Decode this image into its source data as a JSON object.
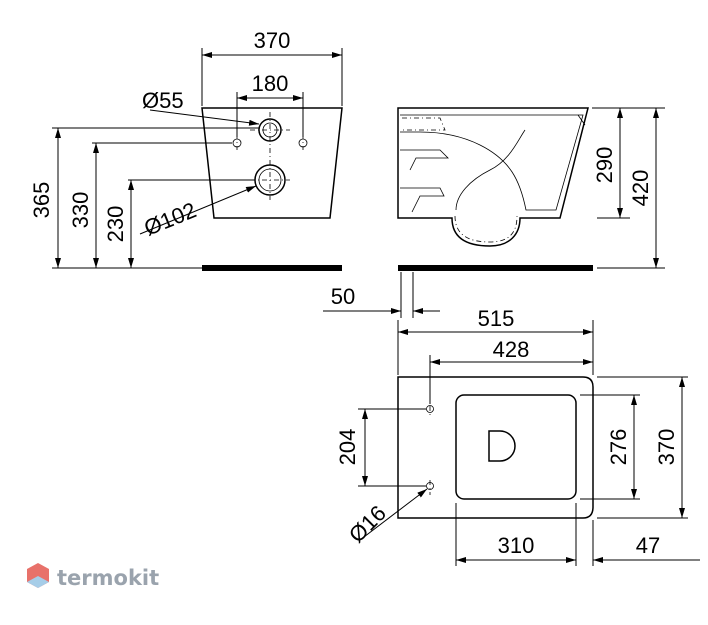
{
  "front_view": {
    "width": "370",
    "holes_spacing": "180",
    "outlet_small": "Ø55",
    "outlet_large": "Ø102",
    "height_total": "365",
    "height_holes": "330",
    "height_outlet": "230"
  },
  "side_view": {
    "height_rim": "290",
    "height_total": "420",
    "offset": "50",
    "depth": "515"
  },
  "top_view": {
    "length": "428",
    "holes_spacing": "204",
    "hole_diameter": "Ø16",
    "seat_width": "276",
    "width": "370",
    "seat_length": "310",
    "margin": "47"
  },
  "brand": {
    "name": "termokit",
    "color": "#e8716a",
    "accent": "#a6cde8"
  }
}
